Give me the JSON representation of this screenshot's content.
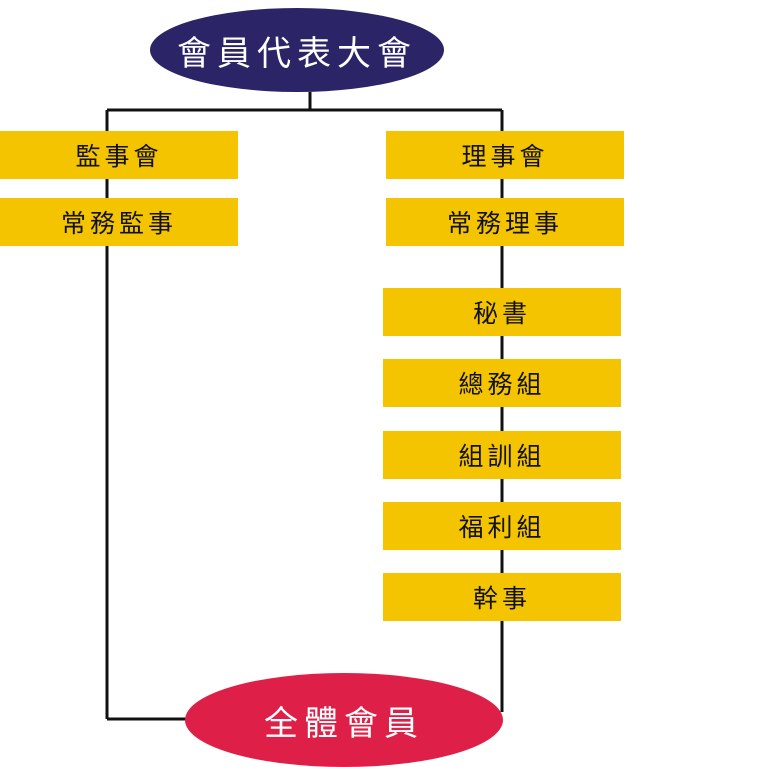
{
  "diagram": {
    "top_node": "會員代表大會",
    "bottom_node": "全體會員",
    "left_branch": [
      "監事會",
      "常務監事"
    ],
    "right_branch": [
      "理事會",
      "常務理事"
    ],
    "departments": [
      "秘書",
      "總務組",
      "組訓組",
      "福利組",
      "幹事"
    ]
  },
  "colors": {
    "top_node": "#2b2466",
    "bottom_node": "#de2048",
    "boxes": "#f5c400",
    "lines": "#111111"
  }
}
